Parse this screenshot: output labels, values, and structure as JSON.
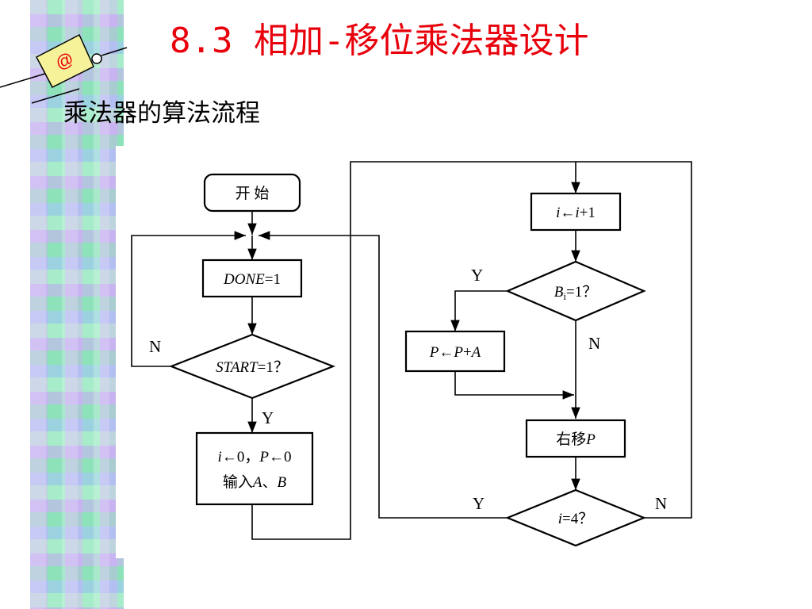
{
  "slide": {
    "title": "8.3 相加-移位乘法器设计",
    "subtitle": "乘法器的算法流程",
    "logo_glyph": "@"
  },
  "colors": {
    "title": "#e8000b",
    "text": "#000000",
    "line": "#000000"
  },
  "flowchart": {
    "start": "开 始",
    "done_assign": {
      "var": "DONE",
      "expr": "=1"
    },
    "start_check": {
      "var": "START",
      "expr": "=1？"
    },
    "init": {
      "line1": {
        "v1": "i",
        "a1": "←0，",
        "v2": "P",
        "a2": "←0"
      },
      "line2": {
        "pre": "输入",
        "v1": "A",
        "sep": "、",
        "v2": "B"
      }
    },
    "incr": {
      "v1": "i",
      "arrow": "←",
      "v2": "i",
      "tail": "+1"
    },
    "bit_check": {
      "v": "B",
      "sub": "i",
      "tail": "=1？"
    },
    "add": {
      "v1": "P",
      "arrow": "←",
      "v2": "P",
      "op": "+",
      "v3": "A"
    },
    "shift": {
      "pre": "右移",
      "v": "P"
    },
    "count_check": {
      "v": "i",
      "tail": "=4？"
    },
    "labels": {
      "start_no": "N",
      "start_yes": "Y",
      "bit_yes": "Y",
      "bit_no": "N",
      "count_yes": "Y",
      "count_no": "N"
    }
  }
}
